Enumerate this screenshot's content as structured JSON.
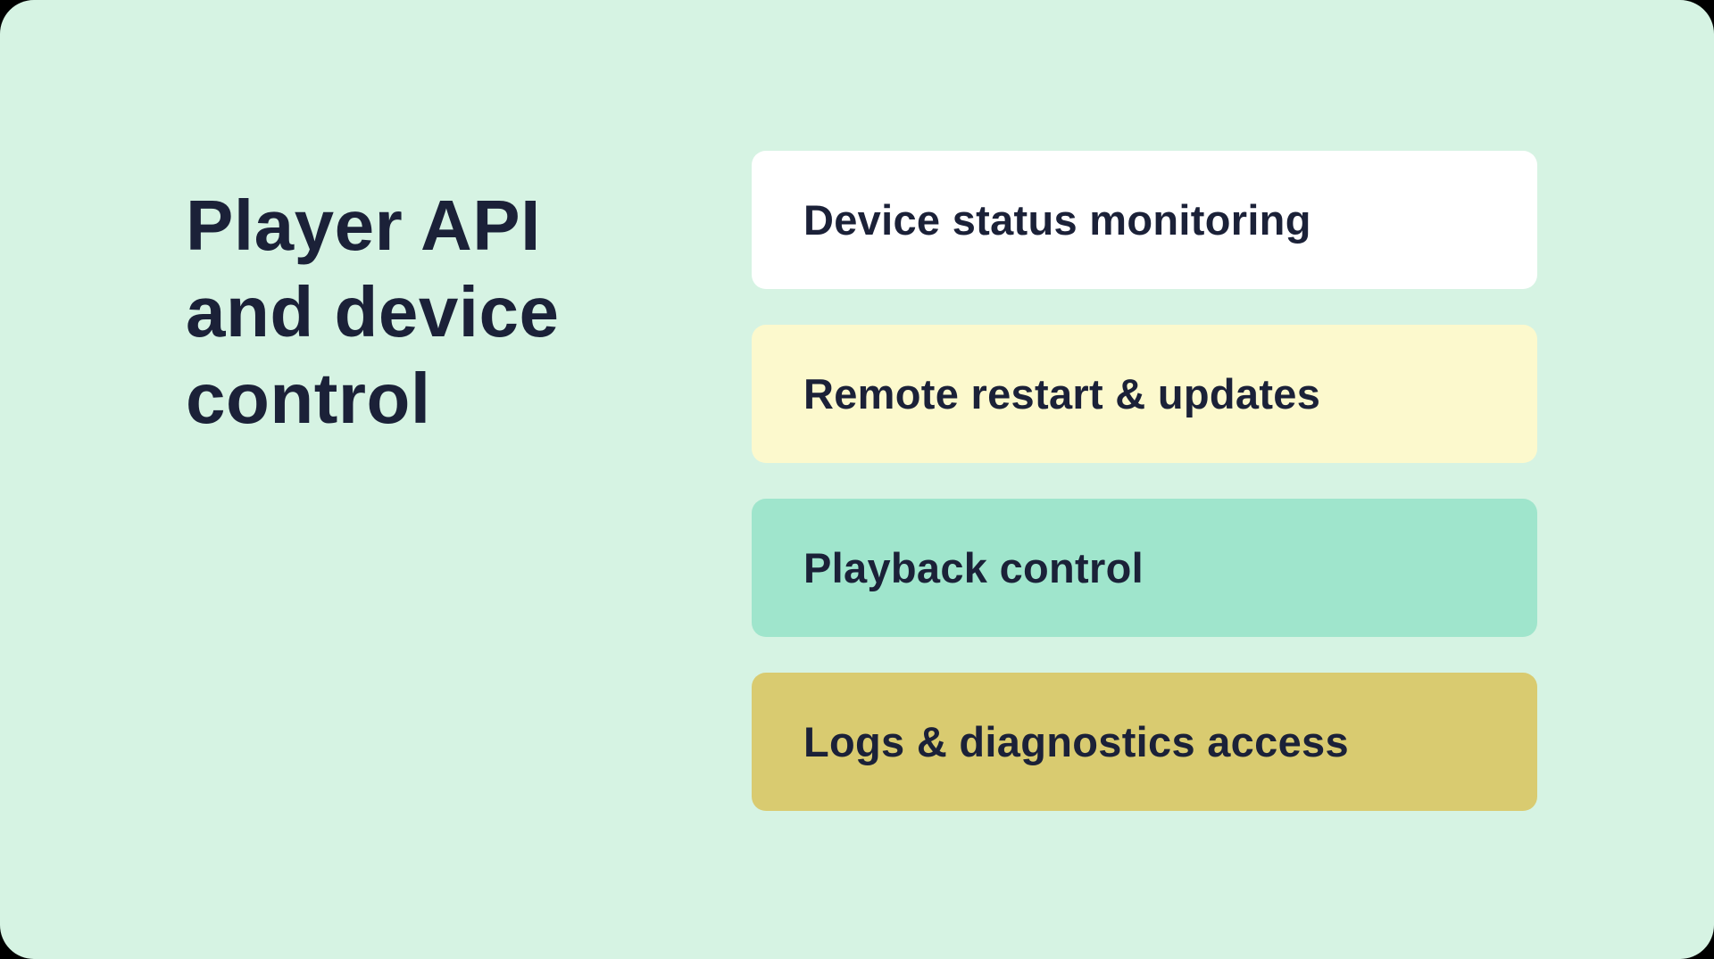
{
  "slide": {
    "title": "Player API\nand device\ncontrol"
  },
  "cards": [
    {
      "label": "Device status monitoring",
      "color": "#ffffff"
    },
    {
      "label": "Remote restart & updates",
      "color": "#fcf9cd"
    },
    {
      "label": "Playback control",
      "color": "#9fe5cc"
    },
    {
      "label": "Logs & diagnostics access",
      "color": "#d9cb70"
    }
  ],
  "colors": {
    "background": "#d6f3e3",
    "text": "#1b2138",
    "page-behind": "#000000"
  }
}
